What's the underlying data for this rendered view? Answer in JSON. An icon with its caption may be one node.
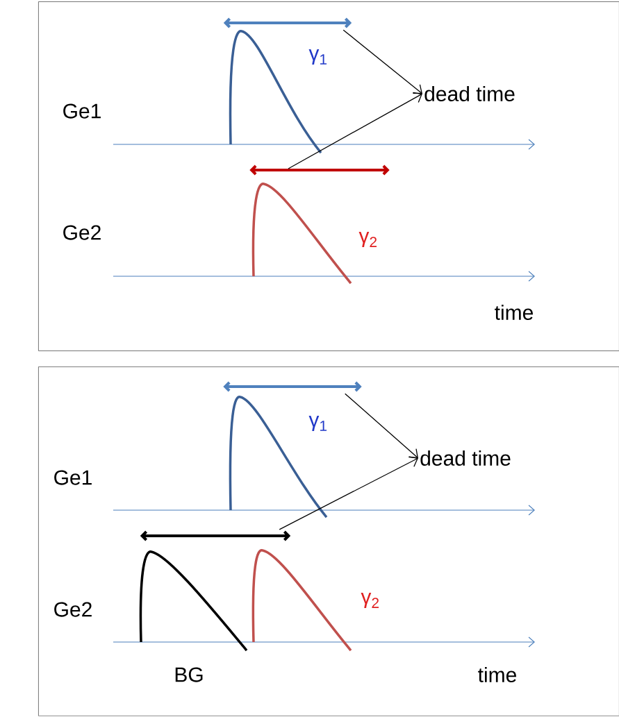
{
  "diagram": {
    "nodes": [
      {
        "text": [],
        "shape": "box"
      },
      {
        "text": [],
        "shape": "arrow",
        "in": 0
      },
      {
        "text": [
          "dead time"
        ],
        "in": 0
      },
      {
        "text": [],
        "shape": "arrow",
        "in": 0
      },
      {
        "text": [],
        "shape": "box"
      },
      {
        "text": [],
        "shape": "arrow",
        "in": 4
      },
      {
        "text": [
          "dead time"
        ],
        "in": 4
      },
      {
        "text": [],
        "shape": "arrow",
        "in": 4
      }
    ],
    "edges": [
      {
        "from": 1,
        "to": 2,
        "arrow": "to"
      },
      {
        "from": 3,
        "to": 2,
        "arrow": "to"
      },
      {
        "from": 5,
        "to": 6,
        "arrow": "to"
      },
      {
        "from": 7,
        "to": 6,
        "arrow": "to"
      }
    ],
    "labels": [
      "γ$_{1}$",
      "Ge1",
      "Ge2",
      "γ$_{2}$",
      "time",
      "γ$_{1}$",
      "Ge1",
      "Ge2",
      "γ$_{2}$",
      "BG",
      "time"
    ]
  }
}
